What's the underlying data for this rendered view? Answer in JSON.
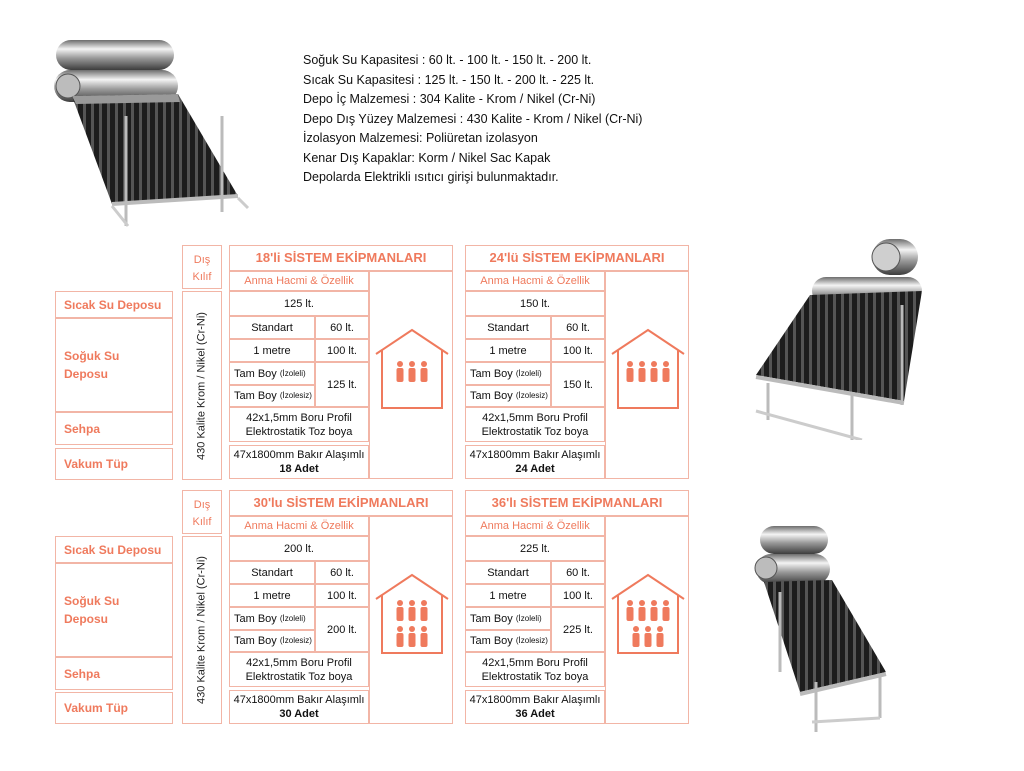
{
  "specs": [
    "Soğuk Su Kapasitesi : 60  lt.  - 100 lt. - 150 lt. - 200 lt.",
    "Sıcak Su Kapasitesi  :  125 lt. - 150 lt. - 200 lt. - 225 lt.",
    "Depo İç  Malzemesi :  304 Kalite - Krom / Nikel (Cr-Ni)",
    " Depo Dış Yüzey Malzemesi : 430 Kalite - Krom / Nikel (Cr-Ni)",
    " İzolasyon Malzemesi: Poliüretan izolasyon",
    "Kenar Dış Kapaklar: Korm / Nikel  Sac Kapak",
    "Depolarda Elektrikli ısıtıcı  girişi  bulunmaktadır."
  ],
  "row_labels": {
    "sicak": "Sıcak Su Deposu",
    "soguk": "Soğuk Su Deposu",
    "sehpa": "Sehpa",
    "vakum": "Vakum Tüp"
  },
  "kilif": {
    "head": "Dış Kılıf",
    "vertical": "430 Kalite Krom / Nikel (Cr-Ni)"
  },
  "common": {
    "anma": "Anma Hacmi & Özellik",
    "standart": "Standart",
    "standart_val": "60 lt.",
    "bir_metre": "1 metre",
    "bir_metre_val": "100 lt.",
    "tam_boy": "Tam Boy",
    "izoleli": "(İzoleli)",
    "izolesiz": "(İzolesiz)",
    "sehpa_1": "42x1,5mm Boru  Profil",
    "sehpa_2": "Elektrostatik Toz boya",
    "vakum": "47x1800mm Bakır Alaşımlı"
  },
  "systems": [
    {
      "title": "18'li SİSTEM EKİPMANLARI",
      "sicak": "125 lt.",
      "tam_boy_val": "125 lt.",
      "adet": "18 Adet",
      "people": 3
    },
    {
      "title": "24'lü SİSTEM EKİPMANLARI",
      "sicak": "150 lt.",
      "tam_boy_val": "150 lt.",
      "adet": "24 Adet",
      "people": 4
    },
    {
      "title": "30'lu SİSTEM EKİPMANLARI",
      "sicak": "200 lt.",
      "tam_boy_val": "200 lt.",
      "adet": "30 Adet",
      "people": 6
    },
    {
      "title": "36'lı SİSTEM EKİPMANLARI",
      "sicak": "225 lt.",
      "tam_boy_val": "225 lt.",
      "adet": "36 Adet",
      "people": 7
    }
  ],
  "colors": {
    "accent": "#ef7a5d",
    "border": "#f2b5a6"
  }
}
